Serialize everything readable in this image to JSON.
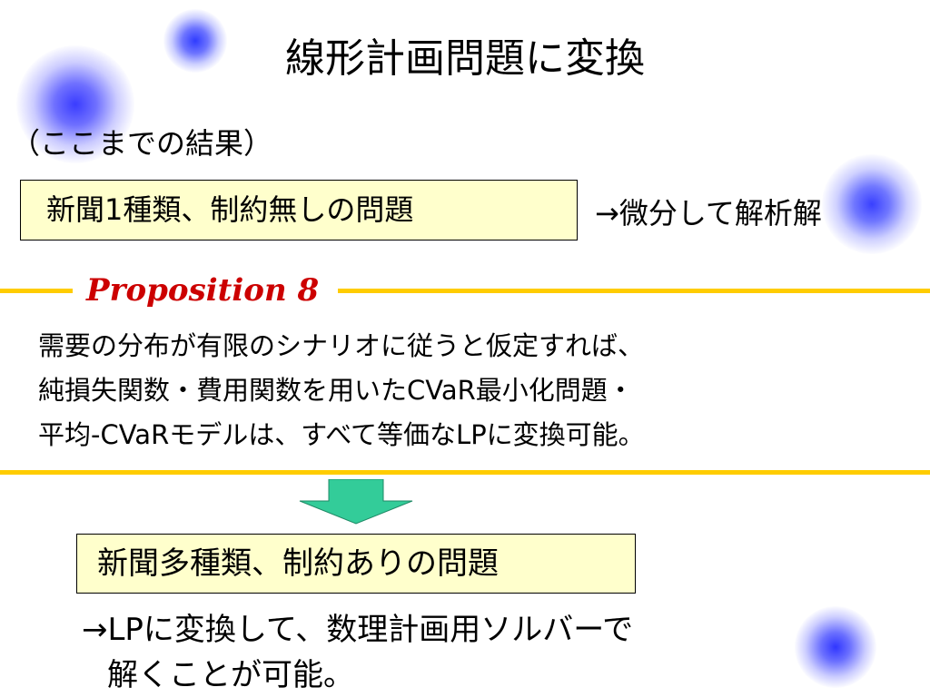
{
  "slide": {
    "title": "線形計画問題に変換",
    "subtitle": "（ここまでの結果）",
    "box1_text": "新聞1種類、制約無しの問題",
    "box1_arrow_text": "→微分して解析解",
    "proposition_label": "Proposition 8",
    "proposition_lines": [
      "需要の分布が有限のシナリオに従うと仮定すれば、",
      "純損失関数・費用関数を用いたCVaR最小化問題・",
      "平均-CVaRモデルは、すべて等価なLPに変換可能。"
    ],
    "box2_text": "新聞多種類、制約ありの問題",
    "box2_arrow_lines": [
      "→LPに変換して、数理計画用ソルバーで",
      "解くことが可能。"
    ]
  },
  "colors": {
    "box_fill": "#ffffcc",
    "rule": "#ffcc00",
    "proposition_text": "#cc0000",
    "arrow_fill": "#33cc99",
    "glow": "#3a3cff"
  }
}
